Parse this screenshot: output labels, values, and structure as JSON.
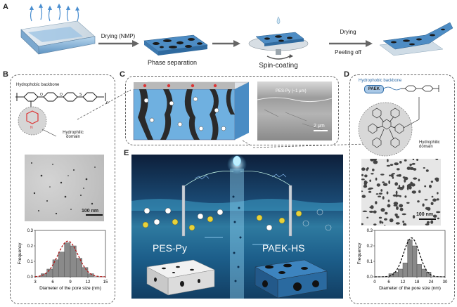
{
  "panels": {
    "A": {
      "label": "A",
      "step1": "Drying (NMP)",
      "step2": "Phase separation",
      "step3": "Spin-coating",
      "step4a": "Drying",
      "step4b": "Peeling off"
    },
    "B": {
      "label": "B",
      "backbone": "Hydrophobic backbone",
      "domain": "Hydrophilic domain",
      "subscript_n": "n",
      "scale": "100 nm"
    },
    "C": {
      "label": "C",
      "sem_label": "PES-Py (~1 μm)",
      "scale": "2 μm"
    },
    "D": {
      "label": "D",
      "backbone": "Hydrophobic backbone",
      "paek": "PAEK",
      "domain": "Hydrophilic domain",
      "scale": "100 nm"
    },
    "E": {
      "label": "E",
      "left_membrane": "PES-Py",
      "right_membrane": "PAEK-HS"
    }
  },
  "chart_data": [
    {
      "type": "bar",
      "panel": "B",
      "xlabel": "Diameter of the pore size (nm)",
      "ylabel": "Frequency",
      "xlim": [
        3,
        15
      ],
      "ylim": [
        0,
        0.3
      ],
      "xticks": [
        "3",
        "6",
        "9",
        "12",
        "15"
      ],
      "yticks": [
        "0.0",
        "0.1",
        "0.2",
        "0.3"
      ],
      "bins": [
        4.5,
        5.5,
        6.5,
        7.5,
        8.5,
        9.5,
        10.5,
        11.5,
        12.5
      ],
      "values": [
        0.02,
        0.05,
        0.11,
        0.16,
        0.22,
        0.2,
        0.12,
        0.06,
        0.02
      ],
      "fit": "gaussian"
    },
    {
      "type": "bar",
      "panel": "D",
      "xlabel": "Diameter of the pore size (nm)",
      "ylabel": "Frequency",
      "xlim": [
        0,
        30
      ],
      "ylim": [
        0,
        0.3
      ],
      "xticks": [
        "0",
        "6",
        "12",
        "18",
        "24",
        "30"
      ],
      "yticks": [
        "0.0",
        "0.1",
        "0.2",
        "0.3"
      ],
      "bins": [
        7,
        9,
        11,
        13,
        15,
        17,
        19,
        21,
        23
      ],
      "values": [
        0.02,
        0.03,
        0.05,
        0.09,
        0.24,
        0.2,
        0.08,
        0.05,
        0.03
      ],
      "fit": "gaussian"
    }
  ]
}
